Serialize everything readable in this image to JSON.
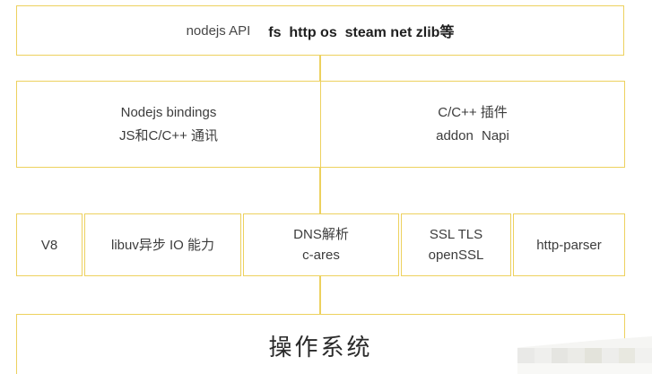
{
  "colors": {
    "border": "#edd15e",
    "text": "#3c3c3c",
    "text_bold": "#1f1f1f",
    "os_text": "#2a2a2a"
  },
  "diagram": {
    "api_box": {
      "prefix": "nodejs API",
      "modules": "fs  http os  steam net zlib等"
    },
    "bindings_row": {
      "left": {
        "line1": "Nodejs bindings",
        "line2": "JS和C/C++ 通讯"
      },
      "right": {
        "line1": "C/C++ 插件",
        "line2": "addon Napi"
      }
    },
    "lib_row": {
      "v8": "V8",
      "libuv": "libuv异步 IO 能力",
      "dns_line1": "DNS解析",
      "dns_line2": "c-ares",
      "ssl_line1": "SSL TLS",
      "ssl_line2": "openSSL",
      "http_parser": "http-parser"
    },
    "os_box": {
      "label": "操作系统"
    }
  }
}
